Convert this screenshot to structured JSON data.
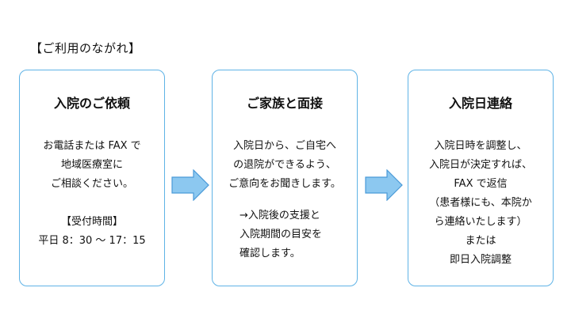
{
  "section_title": "【ご利用のながれ】",
  "steps": [
    {
      "title": "入院のご依頼",
      "body": [
        "お電話または FAX で",
        "地域医療室に",
        "ご相談ください。"
      ],
      "hours_label": "【受付時間】",
      "hours": "平日 8：30 〜 17：15"
    },
    {
      "title": "ご家族と面接",
      "body": [
        "入院日から、ご自宅へ",
        "の退院ができるよう、",
        "ご意向をお聞きします。"
      ],
      "note": [
        "→入院後の支援と",
        "入院期間の目安を",
        "確認します。"
      ]
    },
    {
      "title": "入院日連絡",
      "body": [
        "入院日時を調整し、",
        "入院日が決定すれば、",
        "FAX で返信",
        "（患者様にも、本院か",
        "ら連絡いたします）",
        "または",
        "即日入院調整"
      ]
    }
  ],
  "colors": {
    "card_border": "#5fb3e6",
    "arrow_fill": "#8cc8f0",
    "arrow_stroke": "#4a9ad8"
  },
  "icons": [
    "right-arrow-icon",
    "right-arrow-icon"
  ]
}
